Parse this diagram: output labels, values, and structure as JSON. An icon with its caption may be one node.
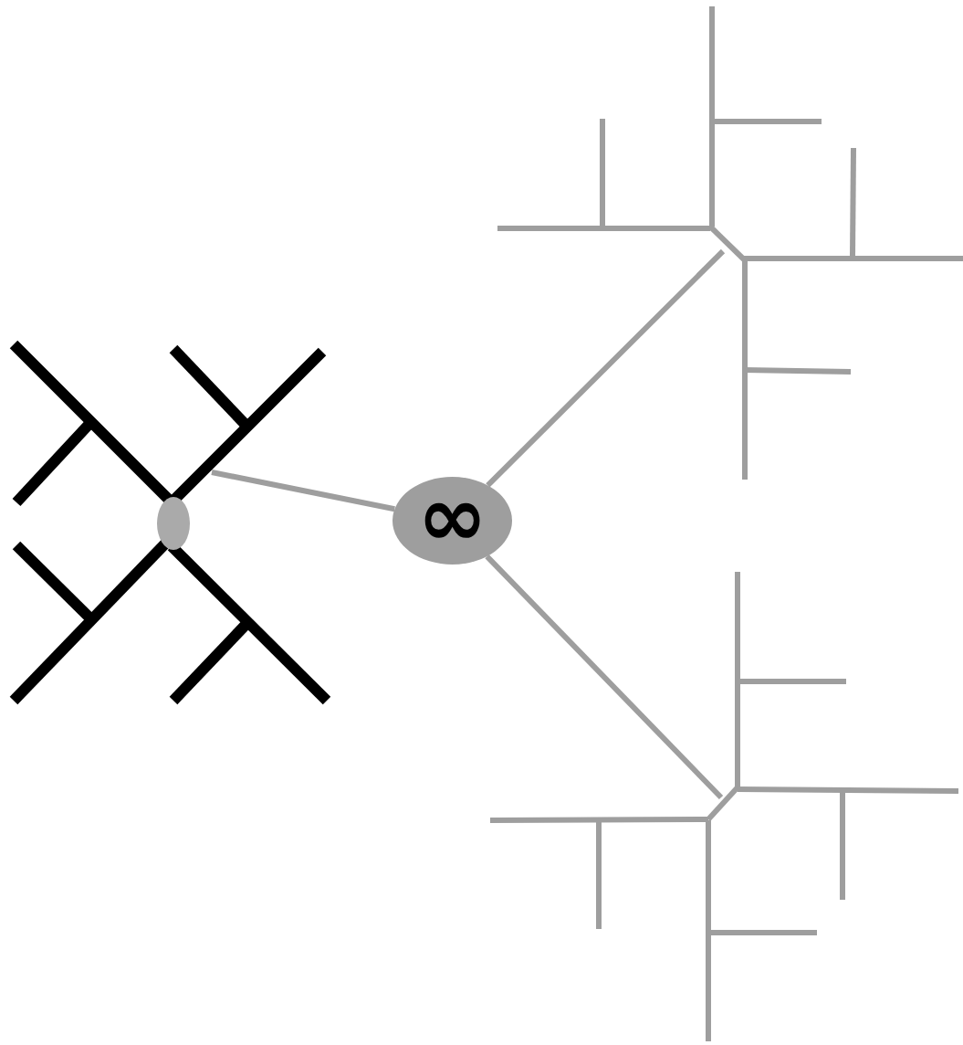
{
  "diagram": {
    "nodes": [
      {
        "text": [],
        "shape": "picture"
      },
      {
        "text": [
          "∞"
        ]
      },
      {
        "text": [],
        "shape": "picture"
      },
      {
        "text": [],
        "shape": "picture"
      }
    ],
    "edges": [
      {
        "from": 1,
        "to": 0,
        "arrow": "none"
      },
      {
        "from": 1,
        "to": 2,
        "arrow": "none"
      },
      {
        "from": 1,
        "to": 3,
        "arrow": "none"
      }
    ]
  }
}
